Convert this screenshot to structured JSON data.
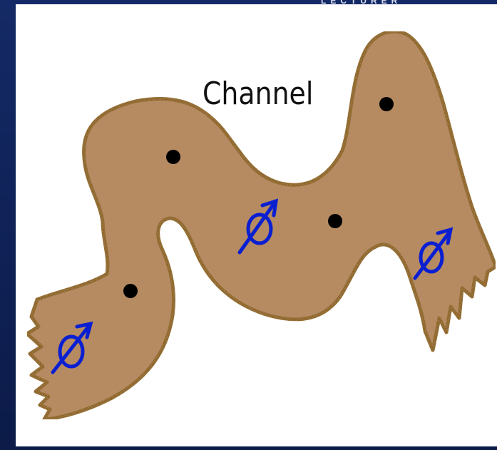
{
  "header": {
    "label": "LECTURER"
  },
  "diagram": {
    "title": "Channel",
    "colors": {
      "background": "#0f2156",
      "panel": "#ffffff",
      "channel_fill": "#b98a60",
      "channel_outline": "#8a6117",
      "particle": "#000000",
      "symbol": "#0a1fd1"
    },
    "icons": {
      "particle": "black-dot",
      "symbol": "circle-slash-arrow"
    }
  }
}
